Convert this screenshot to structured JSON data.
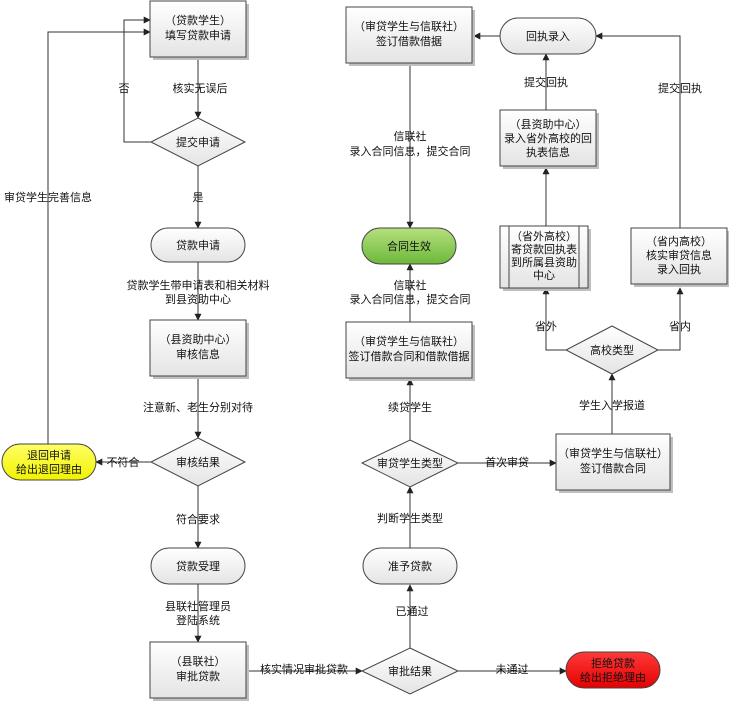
{
  "colors": {
    "box_fill": "#efefef",
    "stroke": "#444444",
    "green": "#8ccc4e",
    "yellow": "#ffff00",
    "red": "#ff0000"
  },
  "nodes": {
    "apply": [
      "（贷款学生）",
      "填写贷款申请"
    ],
    "submit": [
      "提交申请"
    ],
    "loan_apply": [
      "贷款申请"
    ],
    "county_review": [
      "（县资助中心）",
      "审核信息"
    ],
    "review_result": [
      "审核结果"
    ],
    "return": [
      "退回申请",
      "给出退回理由"
    ],
    "accept": [
      "贷款受理"
    ],
    "county_coop": [
      "（县联社）",
      "审批贷款"
    ],
    "approve_result": [
      "审批结果"
    ],
    "reject": [
      "拒绝贷款",
      "给出拒绝理由"
    ],
    "pre_loan": [
      "准予贷款"
    ],
    "student_type": [
      "审贷学生类型"
    ],
    "first_contract": [
      "（审贷学生与信联社）",
      "签订借款合同"
    ],
    "continue_contract": [
      "（审贷学生与信联社）",
      "签订借款合同和借款借据"
    ],
    "effective": [
      "合同生效"
    ],
    "top_contract": [
      "（审贷学生与信联社）",
      "签订借款借据"
    ],
    "school_type": [
      "高校类型"
    ],
    "out_school": [
      "（省外高校）",
      "寄贷款回执表",
      "到所属县资助",
      "中心"
    ],
    "in_school": [
      "（省内高校）",
      "核实审贷信息",
      "录入回执"
    ],
    "county_receipt": [
      "（县资助中心）",
      "录入省外高校的回",
      "执表信息"
    ],
    "receipt_entry": [
      "回执录入"
    ]
  },
  "labels": {
    "verified": "核实无误后",
    "no": "否",
    "yes": "是",
    "improve": "审贷学生完善信息",
    "materials": [
      "贷款学生带申请表和相关材料",
      "到县资助中心"
    ],
    "treat": "注意新、老生分别对待",
    "not_meet": "不符合",
    "meet": "符合要求",
    "login": [
      "县联社管理员",
      "登陆系统"
    ],
    "check_approve": "核实情况审批贷款",
    "not_passed": "未通过",
    "passed": "已通过",
    "judge_type": "判断学生类型",
    "first_loan": "首次审贷",
    "continue_loan": "续贷学生",
    "enroll_mid": [
      "信联社",
      "录入合同信息，提交合同"
    ],
    "enroll_top": [
      "信联社",
      "录入合同信息，提交合同"
    ],
    "report": "学生入学报道",
    "out_prov": "省外",
    "in_prov": "省内",
    "submit_receipt_1": "提交回执",
    "submit_receipt_2": "提交回执"
  }
}
